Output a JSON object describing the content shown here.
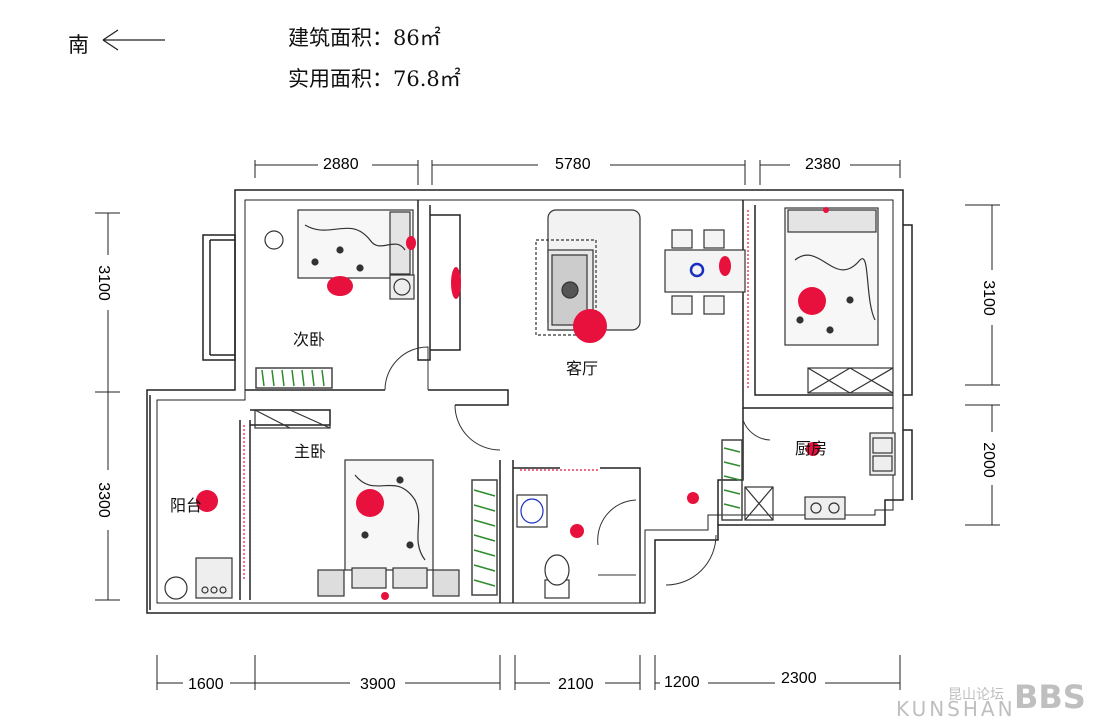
{
  "compass": {
    "label": "南"
  },
  "header": {
    "building_area": "建筑面积：86㎡",
    "usable_area": "实用面积：76.8㎡"
  },
  "dimensions": {
    "top": [
      "2880",
      "5780",
      "2380"
    ],
    "bottom": [
      "1600",
      "3900",
      "2100",
      "1200",
      "2300"
    ],
    "left": [
      "3100",
      "3300"
    ],
    "right": [
      "3100",
      "2000"
    ]
  },
  "rooms": {
    "second_bedroom": "次卧",
    "living_room": "客厅",
    "master_bedroom": "主卧",
    "kitchen": "厨房",
    "balcony": "阳台"
  },
  "watermark": {
    "cn": "昆山论坛",
    "en": "KUNSHAN",
    "logo": "BBS"
  },
  "colors": {
    "wall": "#222222",
    "marker": "#e8103c",
    "plant": "#2e8b2e",
    "blue": "#1a2fc0"
  }
}
